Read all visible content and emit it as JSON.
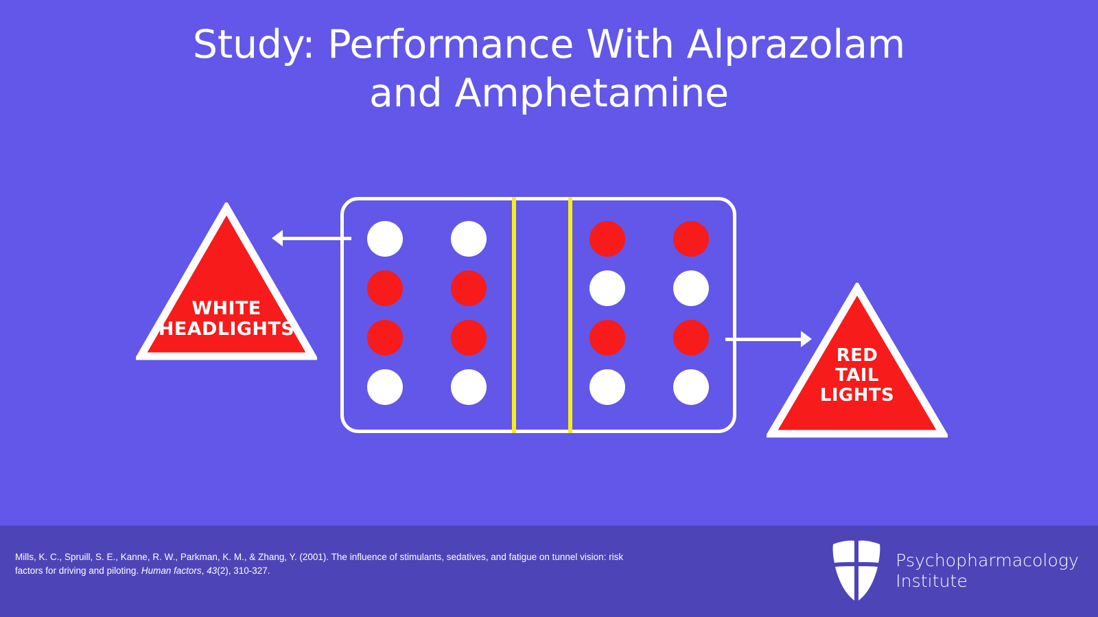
{
  "slide": {
    "title": "Study: Performance With Alprazolam\nand Amphetamine",
    "background_color": "#6257E8",
    "footer_color": "#4D45B7"
  },
  "diagram": {
    "name": "two-lane-road-with-vehicle-lights",
    "road": {
      "border_color": "#FFFFFF",
      "center_line_color": "#F7ED1C",
      "center_line_count": 2
    },
    "light_colors": {
      "white": "#FFFFFF",
      "red": "#F71B1B"
    },
    "left_lane_lights": [
      [
        "white",
        "white"
      ],
      [
        "red",
        "red"
      ],
      [
        "red",
        "red"
      ],
      [
        "white",
        "white"
      ]
    ],
    "right_lane_lights": [
      [
        "red",
        "red"
      ],
      [
        "white",
        "white"
      ],
      [
        "red",
        "red"
      ],
      [
        "white",
        "white"
      ]
    ],
    "signs": [
      {
        "id": "white-headlights",
        "label": "WHITE\nHEADLIGHTS",
        "fill_color": "#F71B1B",
        "border_color": "#FFFFFF",
        "arrow_direction": "left"
      },
      {
        "id": "red-tail-lights",
        "label": "RED\nTAIL\nLIGHTS",
        "fill_color": "#F71B1B",
        "border_color": "#FFFFFF",
        "arrow_direction": "right"
      }
    ]
  },
  "footer": {
    "citation": {
      "line1": "Mills, K. C., Spruill, S. E., Kanne, R. W., Parkman, K. M., & Zhang, Y. (2001). The influence of stimulants, sedatives, and fatigue on",
      "line2_pre": "tunnel vision: risk factors for driving and piloting. ",
      "journal": "Human factors",
      "line2_mid": ", ",
      "volume": "43",
      "line2_post": "(2), 310-327."
    },
    "brand": {
      "name": "Psychopharmacology\nInstitute",
      "logo": "shield-icon"
    }
  }
}
